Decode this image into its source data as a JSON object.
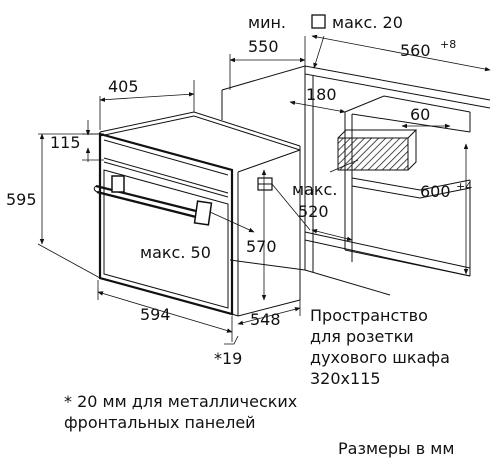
{
  "diagram": {
    "labels": {
      "min_label": "мин.",
      "max20": "макс. 20",
      "d550": "550",
      "d560": "560",
      "d560_sup": "+8",
      "d405": "405",
      "d180": "180",
      "d60": "60",
      "d115": "115",
      "d595": "595",
      "d600": "600",
      "d600_sup": "+4",
      "max_label_520": "макс.",
      "d520": "520",
      "max50": "макс. 50",
      "d570": "570",
      "d594": "594",
      "d548": "548",
      "star19": "*19"
    },
    "notes": {
      "socket_line1": "Пространство",
      "socket_line2": "для розетки",
      "socket_line3": "духового шкафа",
      "socket_line4": "320x115",
      "footnote_line1": "* 20 мм для металлических",
      "footnote_line2": "фронтальных панелей",
      "units": "Размеры в мм"
    }
  }
}
